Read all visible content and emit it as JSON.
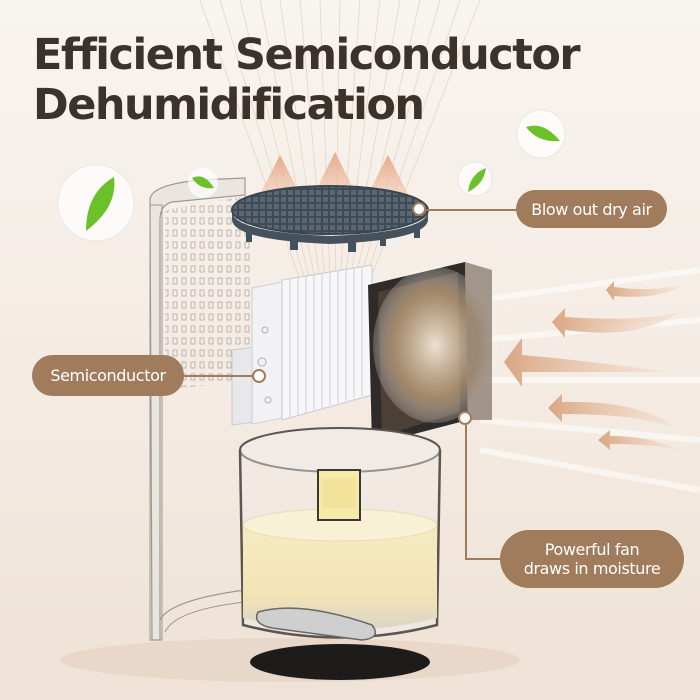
{
  "headline": {
    "line1": "Efficient Semiconductor",
    "line2": "Dehumidification",
    "color": "#3a322b"
  },
  "callouts": [
    {
      "id": "top-grille",
      "label": "Blow out dry air"
    },
    {
      "id": "semiconductor",
      "label": "Semiconductor"
    },
    {
      "id": "fan",
      "label_line1": "Powerful fan",
      "label_line2": "draws in moisture"
    }
  ],
  "colors": {
    "callout_bg": "#a07c5d",
    "callout_text": "#ffffff",
    "arrow": "#e0b898",
    "leaf": "#6cc02a",
    "water": "#f3e6b8"
  },
  "illustration": {
    "components": [
      "top grille",
      "semiconductor heat sink",
      "fan",
      "water tank",
      "transparent housing",
      "base"
    ],
    "decorations": [
      "leaf-bubble",
      "leaf-bubble",
      "leaf-bubble",
      "leaf-bubble"
    ],
    "intake_arrows": 5,
    "exhaust_arrows": 3
  }
}
